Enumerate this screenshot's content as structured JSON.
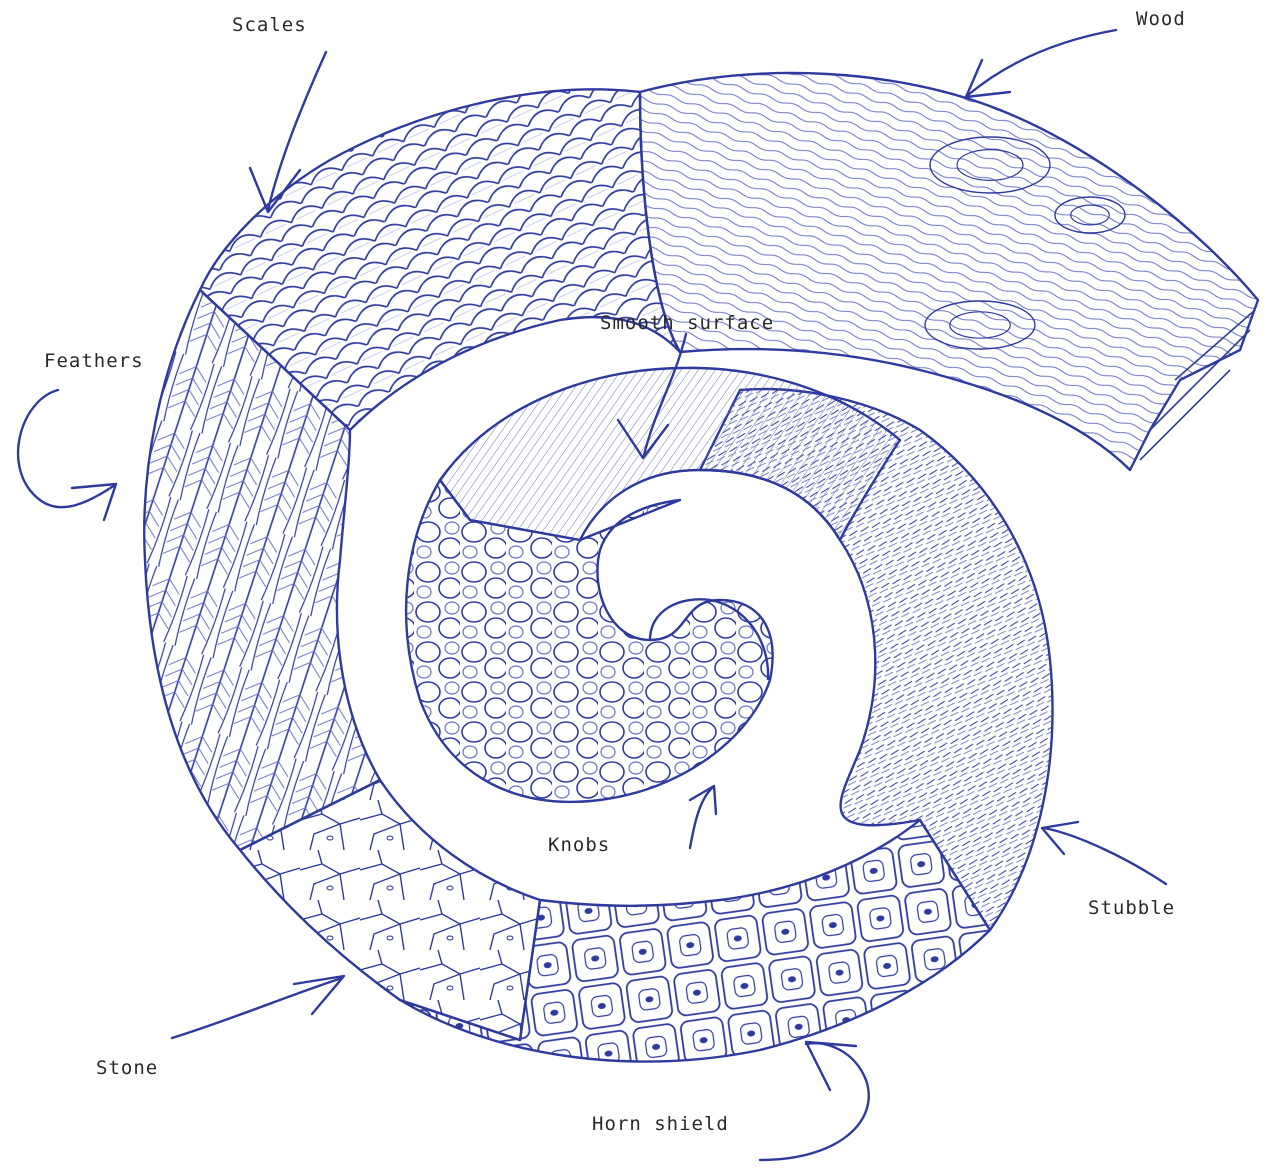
{
  "colors": {
    "ink": "#2e3a9e",
    "ink_light": "#6a74c4",
    "ink_pale": "#b9bfe6",
    "label_text": "#2a2a2a",
    "paper": "#ffffff"
  },
  "labels": {
    "scales": "Scales",
    "wood": "Wood",
    "smooth_surface": "Smooth surface",
    "feathers": "Feathers",
    "knobs": "Knobs",
    "stubble": "Stubble",
    "stone": "Stone",
    "horn_shield": "Horn shield"
  }
}
